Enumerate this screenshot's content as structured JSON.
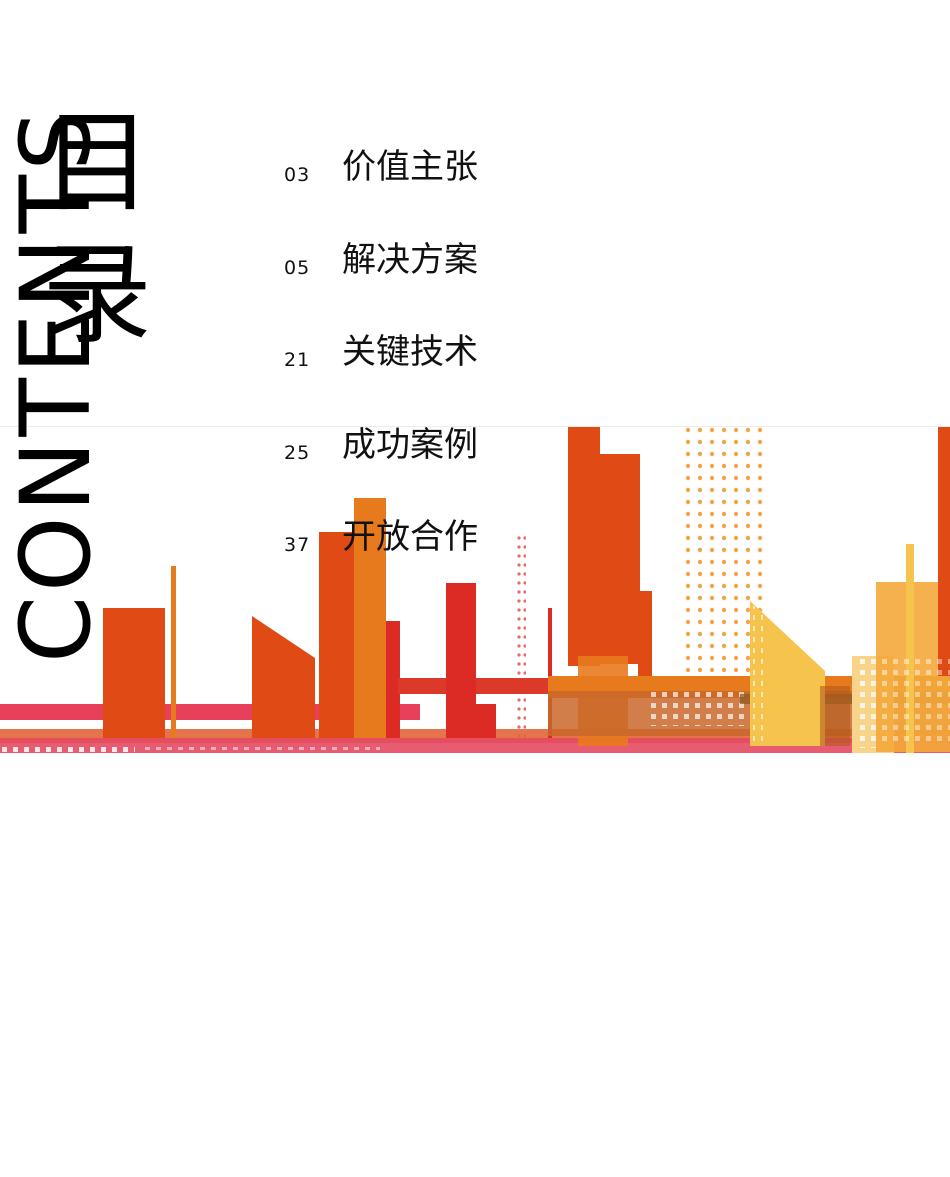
{
  "heading": {
    "latin_vertical": "CONTENTS",
    "chinese_line1": "目",
    "chinese_line2": "录"
  },
  "toc": [
    {
      "page": "03",
      "title": "价值主张"
    },
    {
      "page": "05",
      "title": "解决方案"
    },
    {
      "page": "21",
      "title": "关键技术"
    },
    {
      "page": "25",
      "title": "成功案例"
    },
    {
      "page": "37",
      "title": "开放合作"
    }
  ],
  "colors": {
    "orange_dark": "#e04a15",
    "orange": "#e87a1e",
    "orange_light": "#f4a93a",
    "yellow": "#f6c44d",
    "red": "#db2b24",
    "pink_red": "#e8405a",
    "brown": "#8a5a22"
  }
}
